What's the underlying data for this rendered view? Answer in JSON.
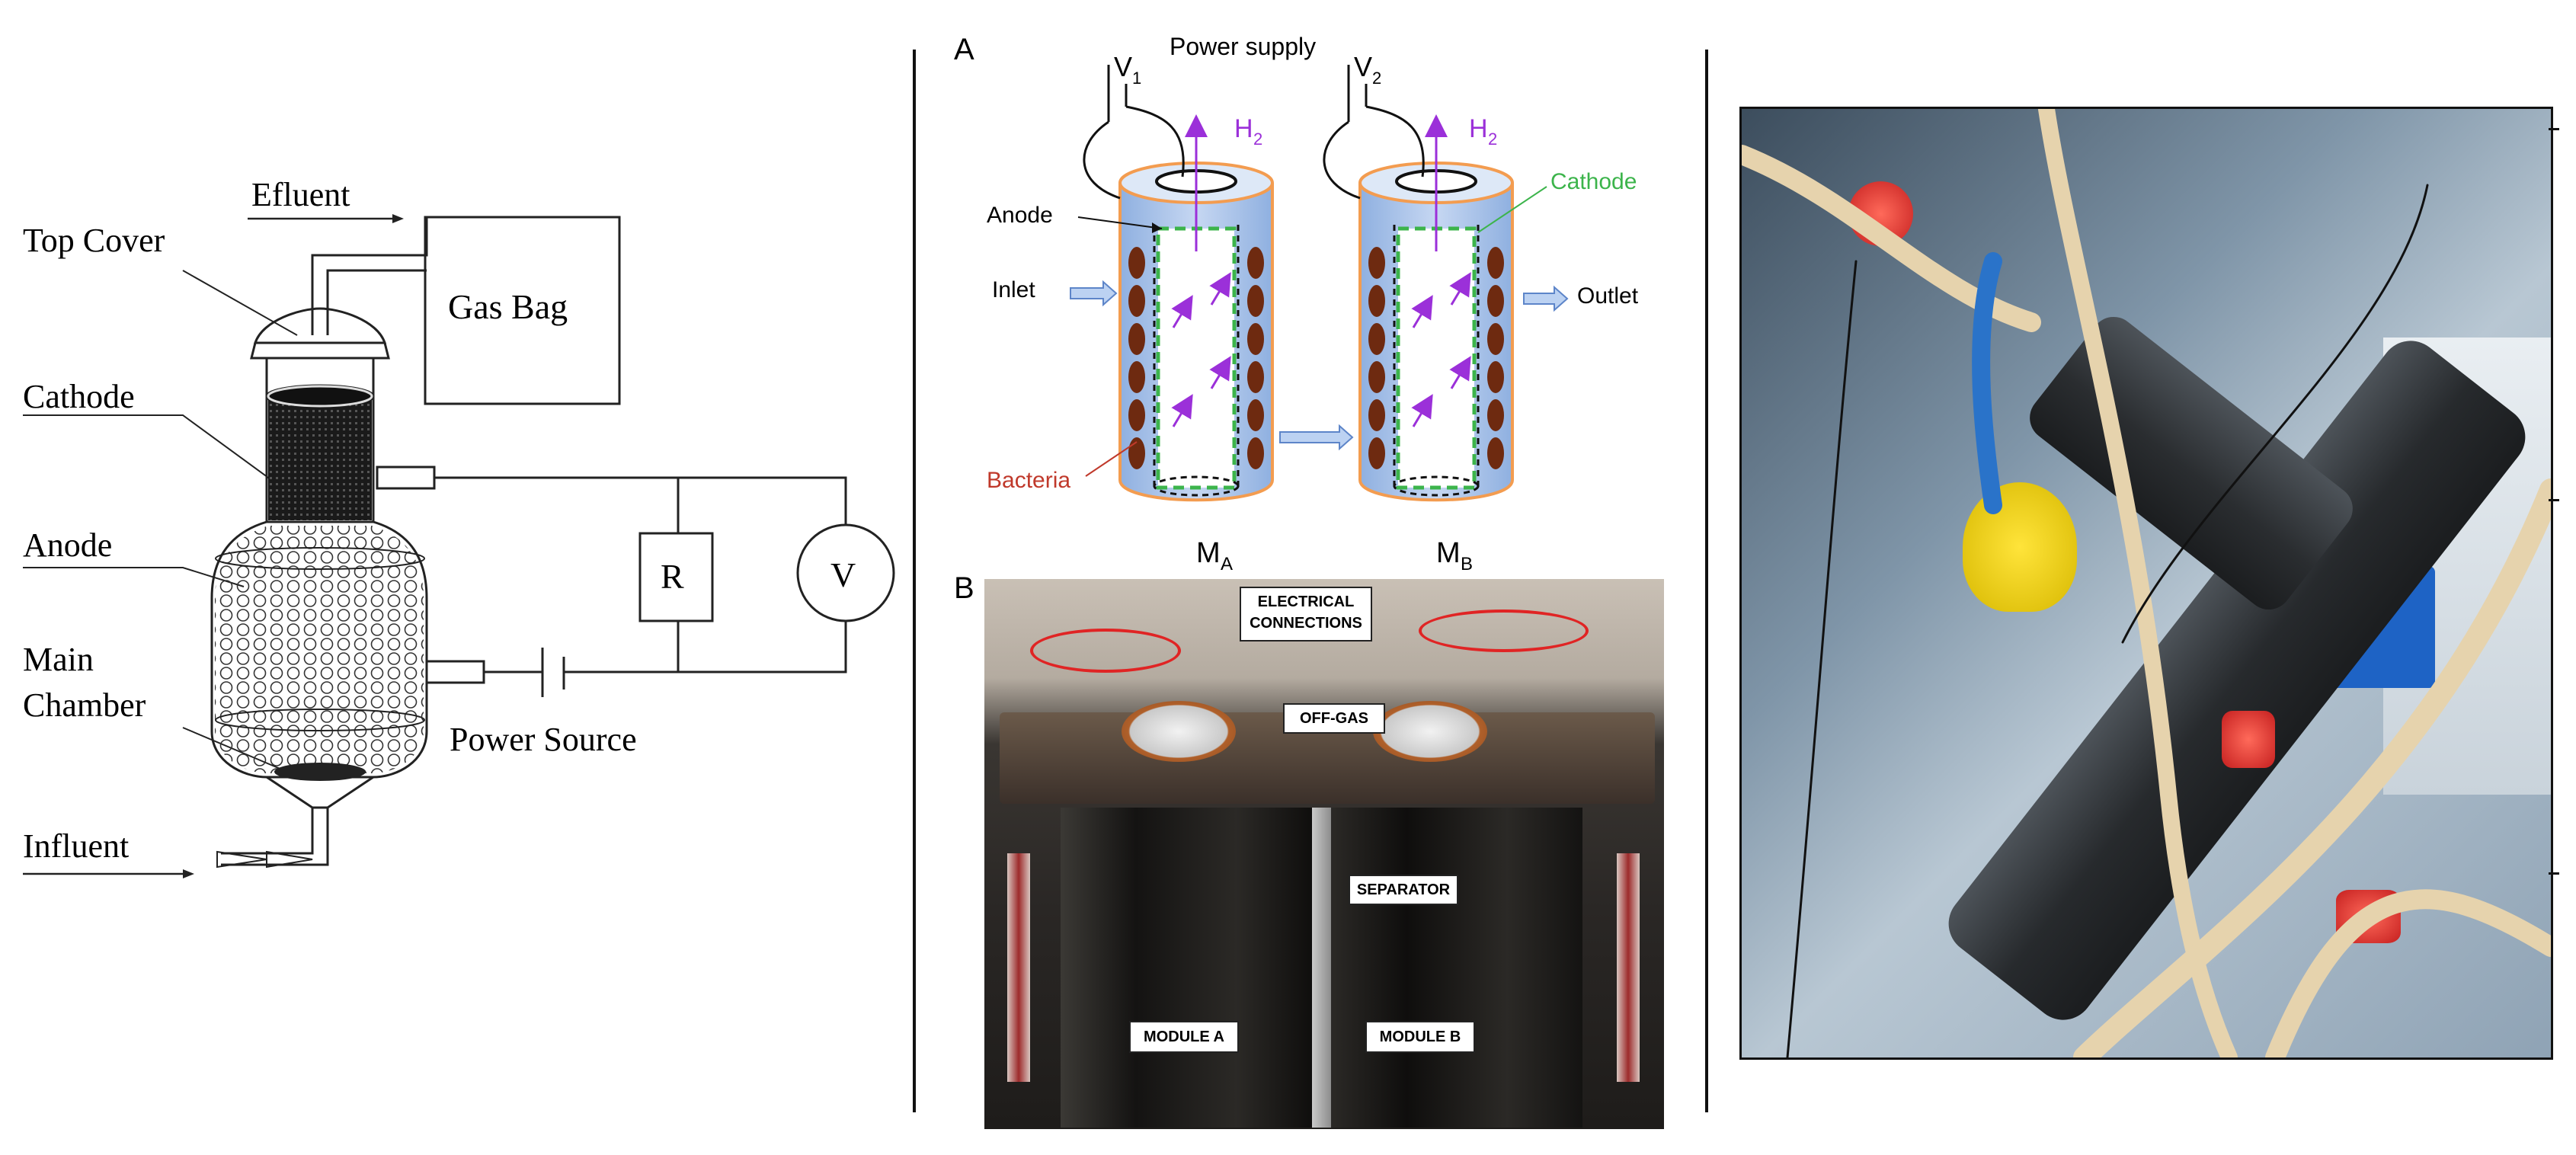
{
  "left_diagram": {
    "labels": {
      "efluent": "Efluent",
      "top_cover": "Top Cover",
      "gas_bag": "Gas Bag",
      "cathode": "Cathode",
      "anode": "Anode",
      "main_chamber_line1": "Main",
      "main_chamber_line2": "Chamber",
      "resistor": "R",
      "voltmeter": "V",
      "power_source": "Power Source",
      "influent": "Influent"
    }
  },
  "middle_panel": {
    "section_a": {
      "letter": "A",
      "power_supply": "Power supply",
      "v1": "V",
      "v1_sub": "1",
      "v2": "V",
      "v2_sub": "2",
      "h2_left": "H",
      "h2_left_sub": "2",
      "h2_right": "H",
      "h2_right_sub": "2",
      "anode": "Anode",
      "cathode": "Cathode",
      "inlet": "Inlet",
      "outlet": "Outlet",
      "bacteria": "Bacteria",
      "ma": "M",
      "ma_sub": "A",
      "mb": "M",
      "mb_sub": "B"
    },
    "section_b": {
      "letter": "B",
      "electrical_line1": "ELECTRICAL",
      "electrical_line2": "CONNECTIONS",
      "off_gas": "OFF-GAS",
      "separator": "SEPARATOR",
      "module_a": "MODULE A",
      "module_b": "MODULE B"
    }
  },
  "colors": {
    "purple_arrow": "#9b30d9",
    "cathode_green": "#3cb44b",
    "bacteria_red": "#c0392b",
    "tube_blue": "#a9c3ea",
    "tube_outline": "#f39c50",
    "bacteria_brown": "#6e2a10"
  }
}
